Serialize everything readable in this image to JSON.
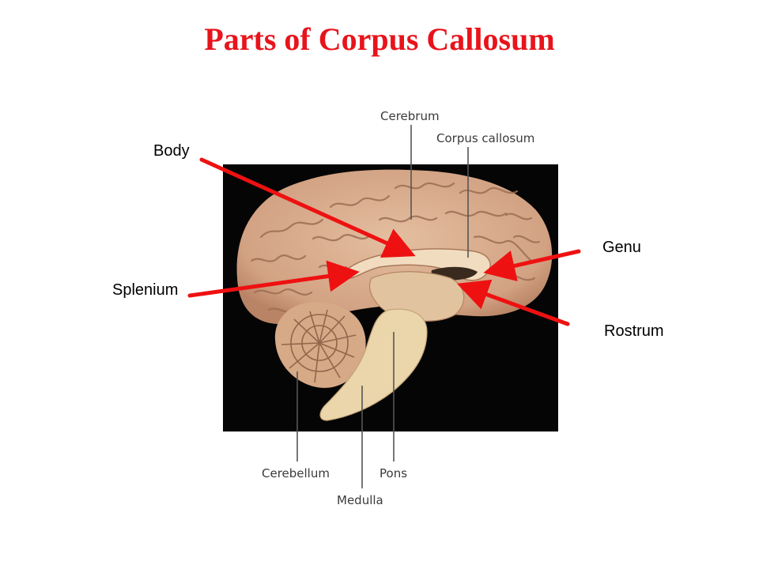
{
  "slide": {
    "title": "Parts of Corpus Callosum"
  },
  "annotations": {
    "body": "Body",
    "splenium": "Splenium",
    "genu": "Genu",
    "rostrum": "Rostrum"
  },
  "figure_labels": {
    "cerebrum": "Cerebrum",
    "corpus_callosum": "Corpus callosum",
    "cerebellum": "Cerebellum",
    "pons": "Pons",
    "medulla": "Medulla"
  },
  "colors": {
    "title": "#e8141b",
    "arrow": "#ee1111",
    "photo_bg": "#050505",
    "brain": "#d8ac8a",
    "brain_dark": "#9c6e54",
    "stem": "#ead6aa"
  },
  "icons": {
    "arrow_head": "arrow-head-icon"
  }
}
